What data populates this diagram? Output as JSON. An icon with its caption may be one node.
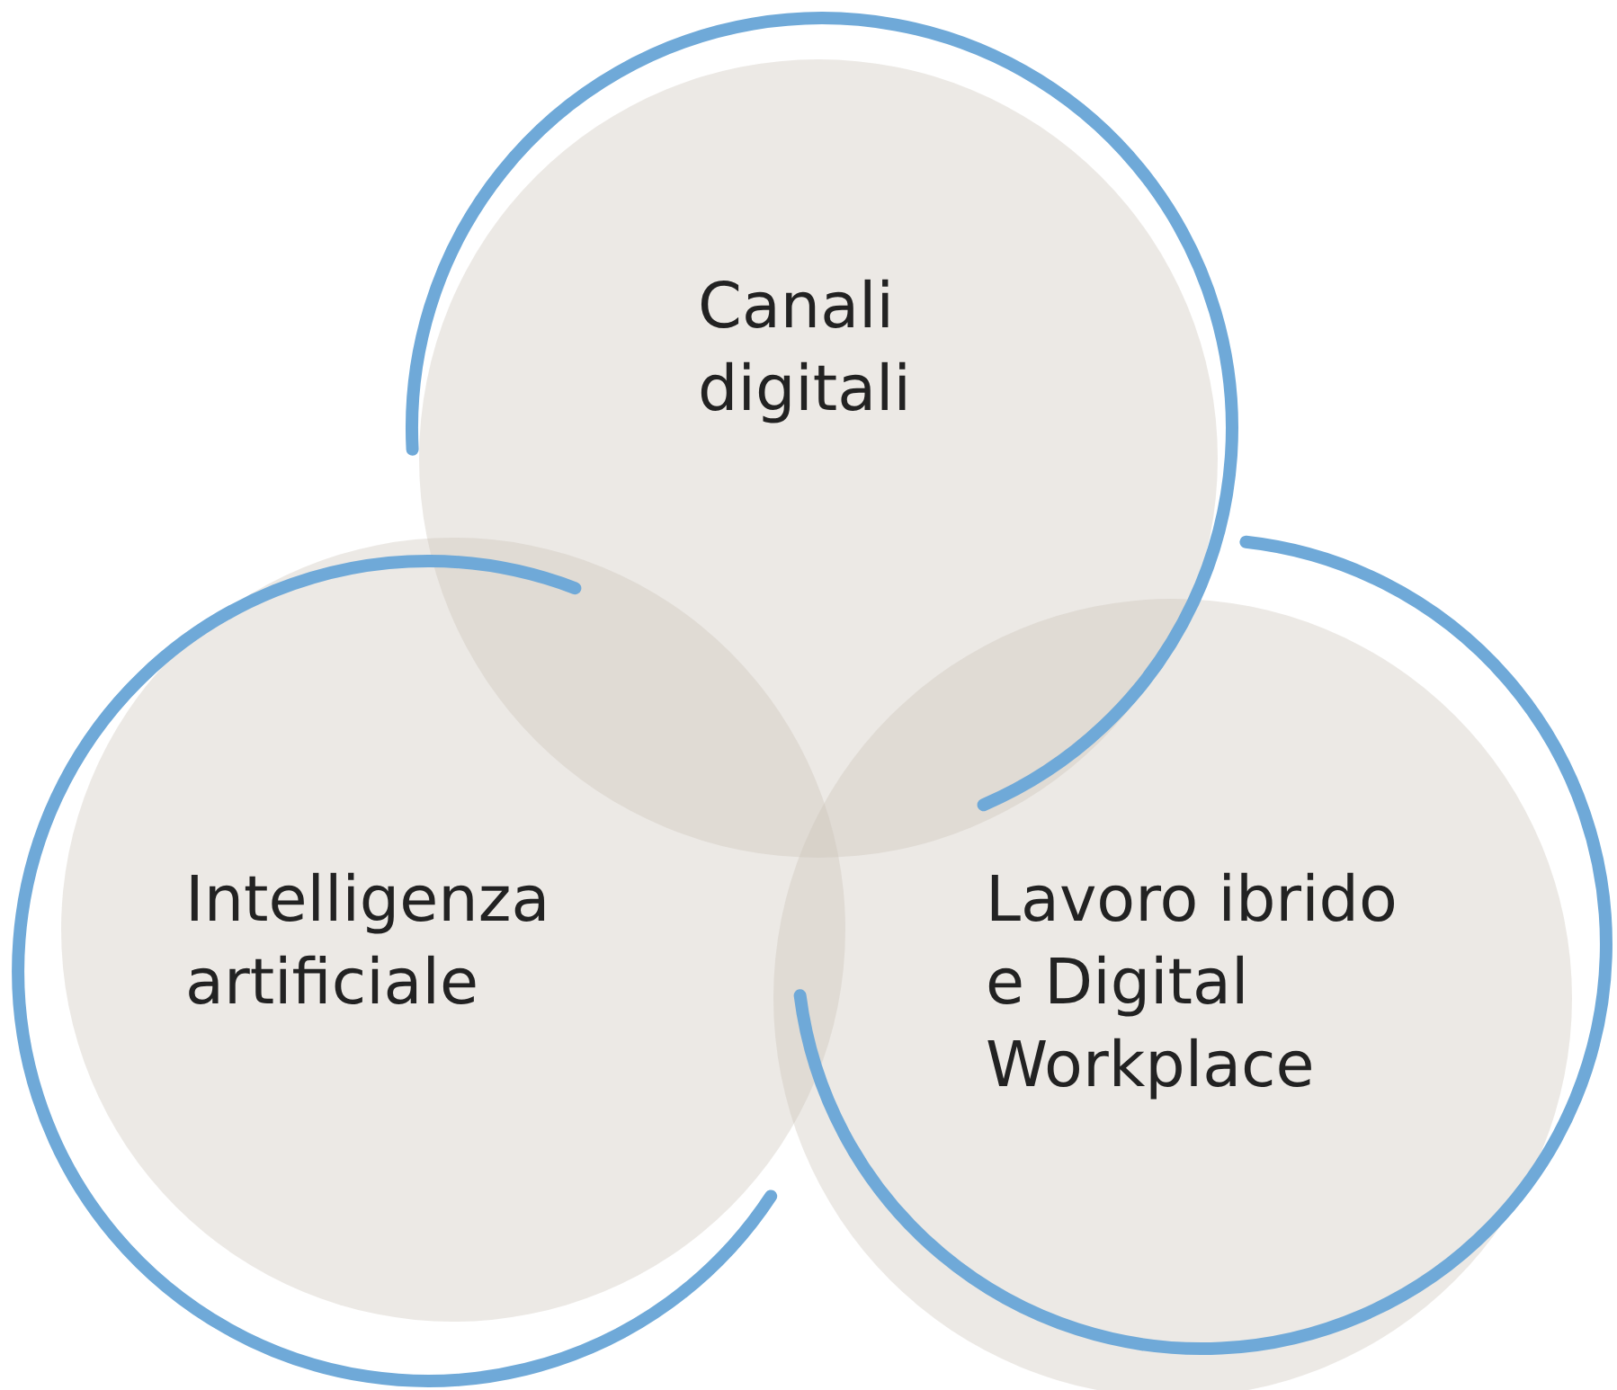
{
  "diagram": {
    "nodes": [
      {
        "text": [
          "Canali digitali"
        ]
      },
      {
        "text": [
          "Intelligenza artificiale"
        ]
      },
      {
        "text": [
          "Lavoro ibrido e Digital Workplace"
        ]
      }
    ]
  }
}
